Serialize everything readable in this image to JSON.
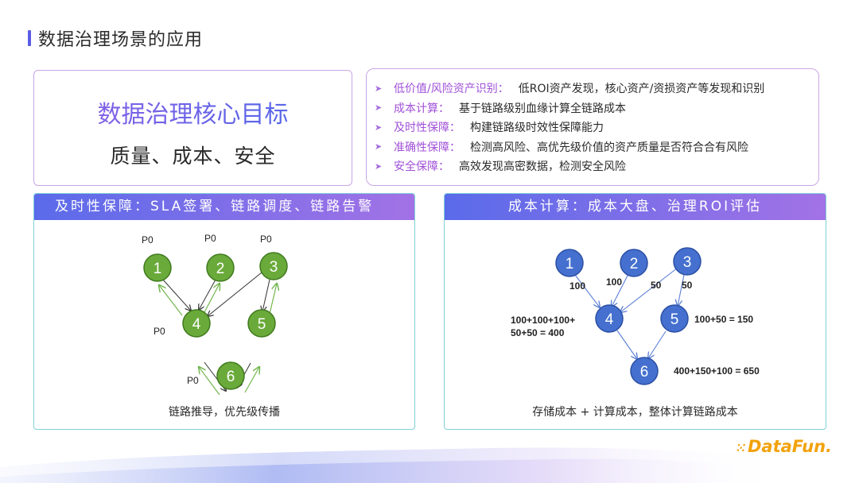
{
  "page": {
    "title": "数据治理场景的应用"
  },
  "goal": {
    "title": "数据治理核心目标",
    "subtitle": "质量、成本、安全"
  },
  "bullets": [
    {
      "key": "低价值/风险资产识别：",
      "value": "低ROI资产发现，核心资产/资损资产等发现和识别"
    },
    {
      "key": "成本计算：",
      "value": "基于链路级别血缘计算全链路成本"
    },
    {
      "key": "及时性保障：",
      "value": "构建链路级时效性保障能力"
    },
    {
      "key": "准确性保障：",
      "value": "检测高风险、高优先级价值的资产质量是否符合合有风险"
    },
    {
      "key": "安全保障：",
      "value": "高效发现高密数据，检测安全风险"
    }
  ],
  "left_panel": {
    "header": "及时性保障：SLA签署、链路调度、链路告警",
    "caption": "链路推导，优先级传播",
    "nodes": [
      {
        "id": "1",
        "label": "P0"
      },
      {
        "id": "2",
        "label": "P0"
      },
      {
        "id": "3",
        "label": "P0"
      },
      {
        "id": "4",
        "label": "P0"
      },
      {
        "id": "5",
        "label": ""
      },
      {
        "id": "6",
        "label": "P0"
      }
    ],
    "colors": {
      "node": "#6aaa3a",
      "node_border": "#3f7a1e",
      "arrow_down": "#333333",
      "arrow_up": "#72b64e"
    }
  },
  "right_panel": {
    "header": "成本计算：成本大盘、治理ROI评估",
    "caption": "存储成本 + 计算成本，整体计算链路成本",
    "nodes": [
      {
        "id": "1"
      },
      {
        "id": "2"
      },
      {
        "id": "3"
      },
      {
        "id": "4"
      },
      {
        "id": "5"
      },
      {
        "id": "6"
      }
    ],
    "edge_labels": [
      "100",
      "100",
      "50",
      "50"
    ],
    "formulas": {
      "node4_line1": "100+100+100+",
      "node4_line2": "50+50 = 400",
      "node5": "100+50 = 150",
      "node6": "400+150+100 = 650"
    },
    "colors": {
      "node": "#4570cf",
      "node_border": "#2b4fa3",
      "arrow": "#5b7fd6"
    }
  },
  "logo": {
    "text": "DataFun."
  },
  "colors": {
    "accent": "#5b5ce6",
    "bullet_key": "#a050d8",
    "panel_border": "#7fd1d8",
    "logo": "#f2a20c"
  }
}
